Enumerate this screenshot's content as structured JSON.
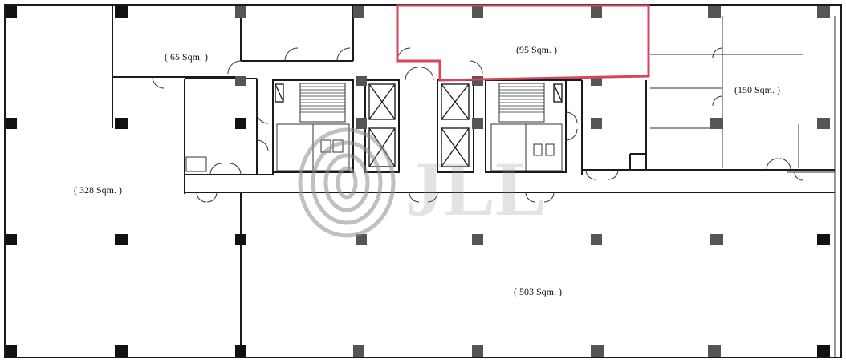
{
  "rooms": {
    "room_65": "( 65 Sqm. )",
    "room_95": "(95 Sqm. )",
    "room_150": "(150 Sqm. )",
    "room_328": "( 328 Sqm. )",
    "room_503": "( 503 Sqm. )"
  },
  "watermark": {
    "brand": "JLL"
  },
  "colors": {
    "highlight": "#d8455b",
    "wall": "#1a1a1a",
    "watermark": "#8e8e8e"
  }
}
